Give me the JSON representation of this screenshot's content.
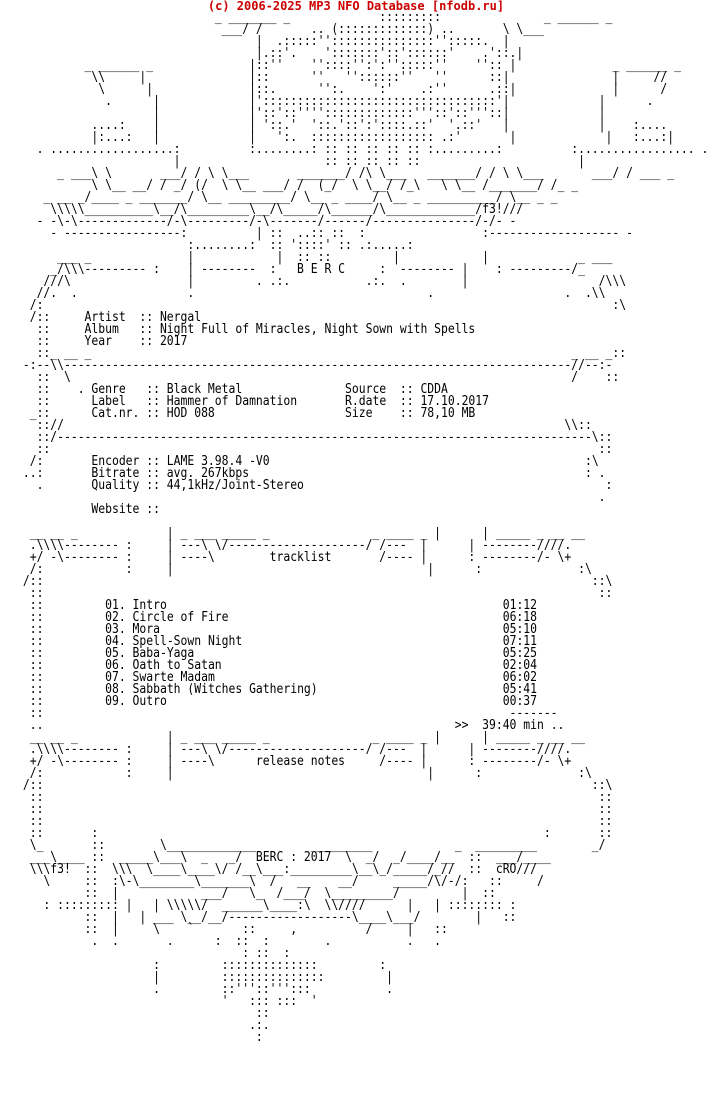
{
  "header_text": "(c) 2006-2025 MP3 NFO Database [nfodb.ru]",
  "colors": {
    "header": "#cc0000",
    "text": "#000000",
    "background": "#ffffff"
  },
  "release": {
    "group": "B E R C",
    "artist_label": "Artist",
    "artist": "Nergal",
    "album_label": "Album",
    "album": "Night Full of Miracles, Night Sown with Spells",
    "year_label": "Year",
    "year": "2017",
    "genre_label": "Genre",
    "genre": "Black Metal",
    "label_label": "Label",
    "label": "Hammer of Damnation",
    "catnr_label": "Cat.nr.",
    "catnr": "HOD 088",
    "source_label": "Source",
    "source": "CDDA",
    "rdate_label": "R.date",
    "rdate": "17.10.2017",
    "size_label": "Size",
    "size": "78,10 MB",
    "encoder_label": "Encoder",
    "encoder": "LAME 3.98.4 -V0",
    "bitrate_label": "Bitrate",
    "bitrate": "avg. 267kbps",
    "quality_label": "Quality",
    "quality": "44,1kHz/Joint-Stereo",
    "website_label": "Website"
  },
  "tracklist_title": "tracklist",
  "tracks": [
    {
      "no": "01.",
      "title": "Intro",
      "time": "01:12"
    },
    {
      "no": "02.",
      "title": "Circle of Fire",
      "time": "06:18"
    },
    {
      "no": "03.",
      "title": "Mora",
      "time": "05:10"
    },
    {
      "no": "04.",
      "title": "Spell-Sown Night",
      "time": "07:11"
    },
    {
      "no": "05.",
      "title": "Baba-Yaga",
      "time": "05:25"
    },
    {
      "no": "06.",
      "title": "Oath to Satan",
      "time": "02:04"
    },
    {
      "no": "07.",
      "title": "Swarte Madam",
      "time": "06:02"
    },
    {
      "no": "08.",
      "title": "Sabbath (Witches Gathering)",
      "time": "05:41"
    },
    {
      "no": "09.",
      "title": "Outro",
      "time": "00:37"
    }
  ],
  "total_time": "39:40 min",
  "notes_title": "release notes",
  "footer": {
    "group": "BERC",
    "year": "2017",
    "sig_left": "f3!",
    "sig_right": "cRO"
  },
  "nfo_text": "                             _ _______ _             :::::::::               _ ______ _\n                              ___/ /       .. (:::::::::::::) ..       \\ \\___\n                                   |  .:::::'':::::::::::::::'':::::.  |\n                                   |.::'.    ':::::::'::'::::::'    .'::.|\n          _ ______ _              |::''    ''::::'':':'':::::''    '':: |              _ ______ _\n           \\\\     |               |::      ''   ''::::::''   ''      ::|               |     //\n            \\      |              |::.      '':.    ':'    .:''      .::|              |      /\n             .      |             |'::::::::::::::::::::::::::::::::::'|             |      .\n                    |             |'::'::'''':::::::::::::'''::'::'''::|             |\n           ....:    |             | '::.'  '::.'::':'::::.::'  '.::'   |             |    :....\n           |:...:   |             |   ':.  :::::::::::::::::: .:'       |             |   :...:|\n   . ..................:          :........: :: :: :: :: :: :.........:          :................. .\n                       |                     :: :: :: :: ::                       |\n      _ ___\\ \\       ___/ / \\ \\___       _______/ /\\ \\___   _______/ / \\ \\___       ___/ / ___ _\n           \\ \\__ __/ / _/ (/  \\ \\__ ___/ /  (_/  \\ \\__/ /_\\   \\ \\__ /_______/ /_ _\n    _ __ _/____ _ _______/ \\__ _________/ \\__ _ ____/ \\__ _ __________/ \\__ _ _\n     \\\\\\\\\\__________\\__/\\_________\\__/\\_____/\\______/\\_____________/f3!///\n   - -\\-\\-------------/-\\---------/-\\-------/------/---------------/-/- -\n     - -----------------:          | ::  ..:: ::  :                 :------------------- -\n                         :........:  :: '::::' :: .:.....:\n      ___ _              |            |  :: ::         |            |             _ ___\n     _/\\\\\\--------- :    | --------  :   B E R C     :  -------- |    : ---------/_\n    ///\\                 |         . .:.           .:.  .        |                   /\\\\\\\n   //.  .                .                                  .                   .  .\\\\\n  /:                                                                                   :\\\n  /::     Artist  :: {{release.artist}}\n   ::     Album   :: {{release.album}}\n   ::     Year    :: {{release.year}}\n   ::_ __ _                                                                      _ __ _::\n -:--\\\\--------------------------------------------------------------------------//--:-\n   ::  \\                                                                         /    ::\n   ::    . Genre   :: {{release.genre}}               Source  :: {{release.source}}\n   ::      Label   :: {{release.label}}       R.date  :: {{release.rdate}}\n  _::      Cat.nr. :: {{release.catnr}}                   Size    :: {{release.size}}\n   :://                                                                         \\\\::\n   ::/------------------------------------------------------------------------------\\::\n   ::                                                                                ::\n  /:       Encoder :: {{release.encoder}}                                              :\\\n ..:       Bitrate :: {{release.bitrate}}                                                 : .\n   .       Quality :: {{release.quality}}                                            :\n                                                                                     .\n           Website ::\n\n  __ __ _             | _ ___ _____ _               _ ____ _ |      | _____ _ __ __\n  .\\\\\\\\-------- :     | ---\\ \\/--------------------/ /---  |      | --------////.\n  +/ -\\-------- :     | ----\\        tracklist       /---- |      : --------/- \\+\n  /:            :     |                                     |      :              :\\\n /::                                                                                ::\\\n  ::                                                                                 ::\n  ::         {{tracks.0.no}} {{tracks.0.title}}                                                 {{tracks.0.time}}\n  ::         {{tracks.1.no}} {{tracks.1.title}}                                        {{tracks.1.time}}\n  ::         {{tracks.2.no}} {{tracks.2.title}}                                                  {{tracks.2.time}}\n  ::         {{tracks.3.no}} {{tracks.3.title}}                                      {{tracks.3.time}}\n  ::         {{tracks.4.no}} {{tracks.4.title}}                                             {{tracks.4.time}}\n  ::         {{tracks.5.no}} {{tracks.5.title}}                                         {{tracks.5.time}}\n  ::         {{tracks.6.no}} {{tracks.6.title}}                                          {{tracks.6.time}}\n  ::         {{tracks.7.no}} {{tracks.7.title}}                           {{tracks.7.time}}\n  ::         {{tracks.8.no}} {{tracks.8.title}}                                                 {{tracks.8.time}}\n  ::                                                                    -------\n  ..                                                            >>  {{total_time}} ..\n  __ __ _             | _ ___ _____ _               _ ____ _ |      | _____ _ __ __\n  .\\\\\\\\-------- :     | ---\\ \\/--------------------/ /---  |      | --------////.\n  +/ -\\-------- :     | ----\\      release notes     /---- |      : --------/- \\+\n  /:            :     |                                     |      :              :\\\n /::                                                                                ::\\\n  ::                                                                                 ::\n  ::                                                                                 ::\n  ::                                                                                 ::\n  ::       :                                                                 :       ::\n  \\_       ::        \\_____________        _________            _  _________        _/\n  ___\\____ ::  _____\\___\\  _   _/  {{footer.group}} : {{footer.year}}  \\  _/  _/____/__  ::  ___/____\n  \\\\\\f3!  ::  \\\\\\  \\____\\____\\/ /__\\___:_________\\__\\_/_____/_//  ::  {{footer.sig_right}}///\n    \\     ::  :\\-\\________\\_______\\  /   __    __/     _____/\\/-/:   ::     /\n          ::  |            ___/   \\_  /___/  \\_________/         |  ::\n    : ::::::::: |   | \\\\\\\\\\/  ______\\____:\\  \\\\////      |   | :::::::: :\n          ::  |   | ___ \\__/__/------------------\\____\\___/        |   ::\n          ::  |     \\    `       ::     ,          /     |   ::\n           .  .       .      :  ::  :        .           .   .\n                                 : ::  :\n                    :         ::::::::::::::         :\n                    |         :::::::::::::::         |\n                    .         ::'''::''':::           .\n                              '   ::: :::  '\n                                   ::\n                                  .:.\n                                   :"
}
